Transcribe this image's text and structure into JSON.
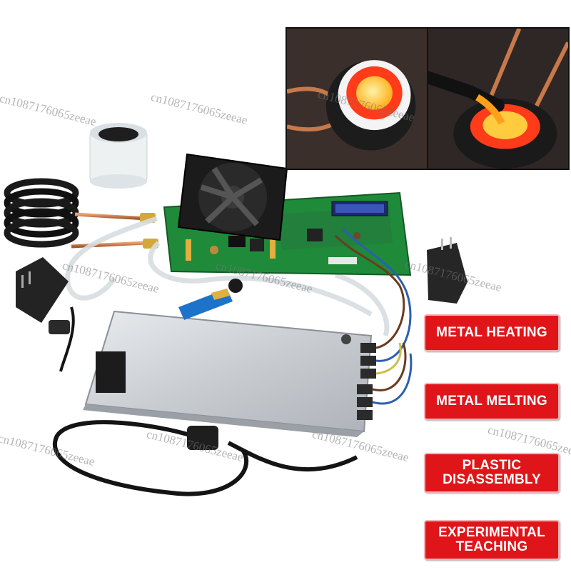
{
  "labels": {
    "metal_heating": "METAL HEATING",
    "metal_melting": "METAL MELTING",
    "plastic_disassembly": "PLASTIC\nDISASSEMBLY",
    "experimental_teaching": "EXPERIMENTAL\nTEACHING"
  },
  "watermark_text": "cn1087176065zeeae",
  "colors": {
    "label_background": "#e01519",
    "label_text": "#ffffff",
    "pcb_green": "#1f8a3a",
    "copper": "#c8794a",
    "molten_glow": "#ff3b1a"
  }
}
